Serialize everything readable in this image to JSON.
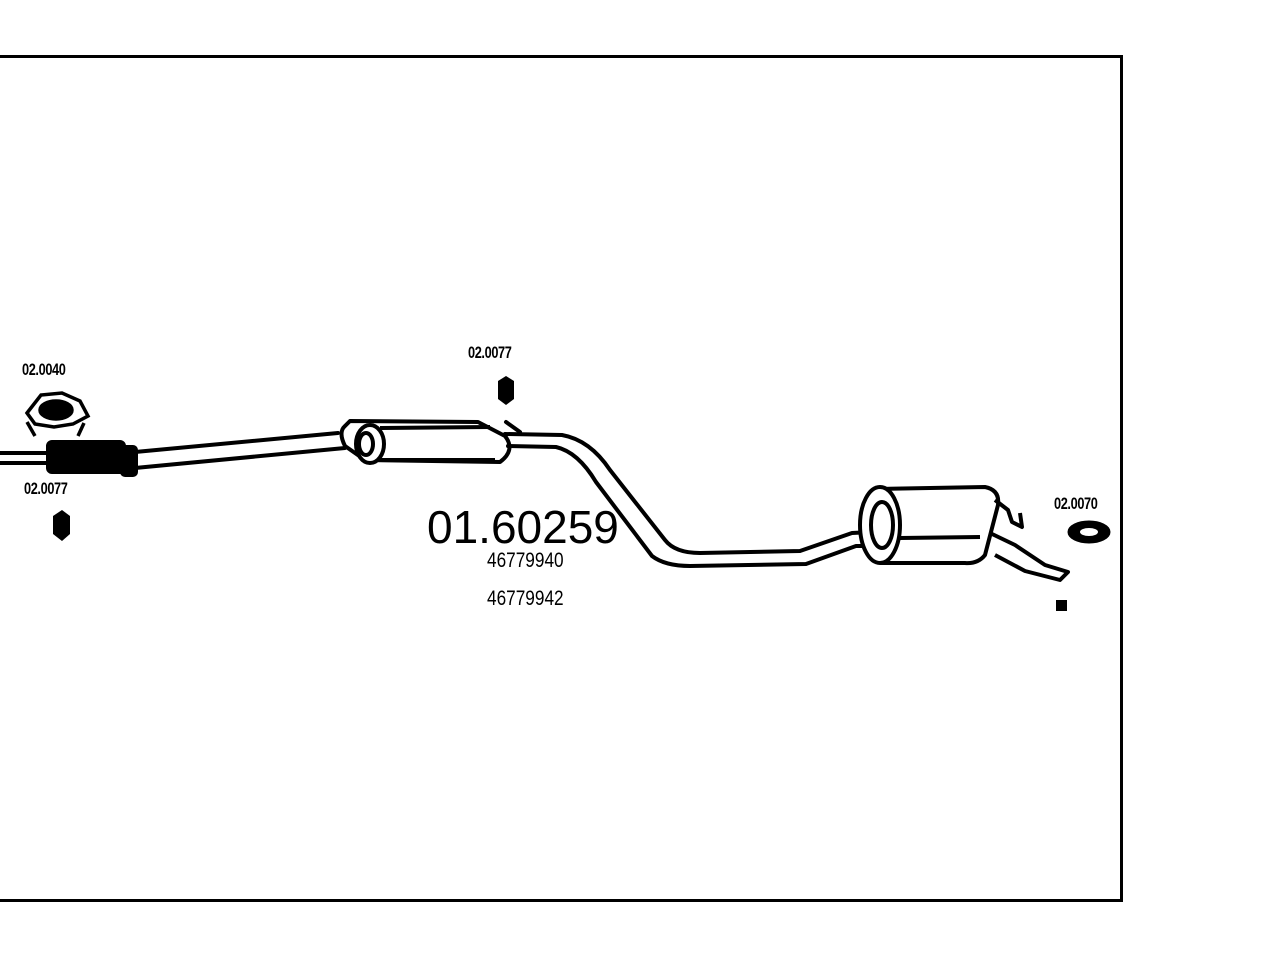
{
  "diagram": {
    "main_part_number": "01.60259",
    "oem_numbers": [
      "46779940",
      "46779942"
    ],
    "accessories": {
      "gasket_front": "02.0040",
      "clamp_front": "02.0077",
      "hanger_middle": "02.0077",
      "hanger_rear": "02.0070"
    }
  }
}
